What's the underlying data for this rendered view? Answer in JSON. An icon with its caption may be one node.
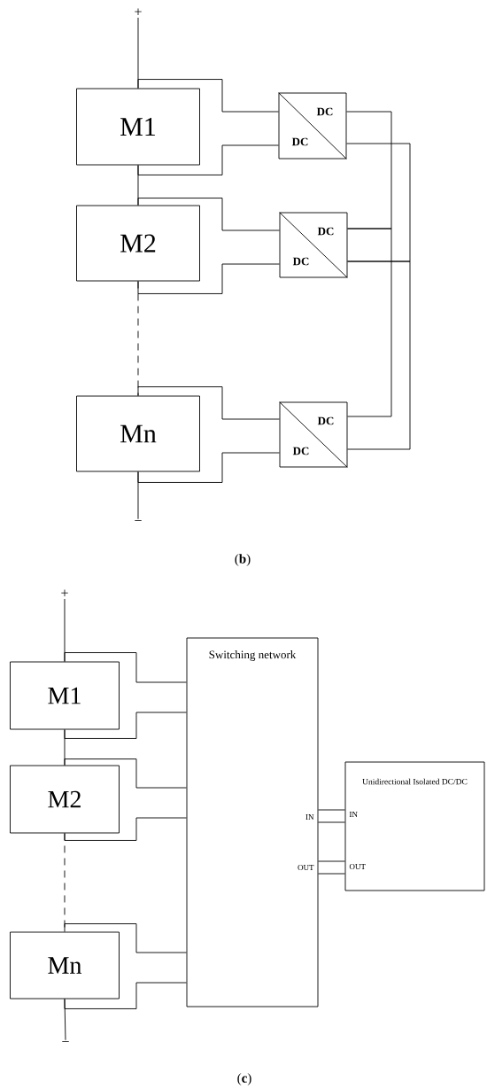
{
  "diagram": {
    "nodes": [
      {
        "text": [
          "M1"
        ]
      },
      {
        "text": [
          "M2"
        ]
      },
      {
        "text": [
          "Mn"
        ]
      },
      {
        "text": [
          "DC",
          "DC"
        ]
      },
      {
        "text": [
          "DC",
          "DC"
        ]
      },
      {
        "text": [
          "DC",
          "DC"
        ]
      },
      {
        "text": [
          "+"
        ]
      },
      {
        "text": [
          "−"
        ]
      },
      {
        "text": [
          "M1"
        ]
      },
      {
        "text": [
          "M2"
        ]
      },
      {
        "text": [
          "Mn"
        ]
      },
      {
        "text": [
          "Switching network",
          "IN",
          "OUT"
        ]
      },
      {
        "text": [
          "Unidirectional Isolated DC/DC",
          "IN",
          "OUT"
        ]
      },
      {
        "text": [
          "+"
        ]
      },
      {
        "text": [
          "−"
        ]
      }
    ],
    "edges": [
      {
        "from": 6,
        "to": 0,
        "arrow": "none"
      },
      {
        "from": 0,
        "to": 1,
        "arrow": "none"
      },
      {
        "from": 1,
        "to": 2,
        "arrow": "none",
        "style": "dashed"
      },
      {
        "from": 2,
        "to": 7,
        "arrow": "none"
      },
      {
        "from": 0,
        "to": 3,
        "arrow": "none"
      },
      {
        "from": 0,
        "to": 3,
        "arrow": "none"
      },
      {
        "from": 1,
        "to": 4,
        "arrow": "none"
      },
      {
        "from": 1,
        "to": 4,
        "arrow": "none"
      },
      {
        "from": 2,
        "to": 5,
        "arrow": "none"
      },
      {
        "from": 2,
        "to": 5,
        "arrow": "none"
      },
      {
        "from": 3,
        "to": 4,
        "arrow": "none"
      },
      {
        "from": 4,
        "to": 5,
        "arrow": "none"
      },
      {
        "from": 3,
        "to": 4,
        "arrow": "none"
      },
      {
        "from": 4,
        "to": 5,
        "arrow": "none"
      },
      {
        "from": 13,
        "to": 8,
        "arrow": "none"
      },
      {
        "from": 8,
        "to": 9,
        "arrow": "none"
      },
      {
        "from": 9,
        "to": 10,
        "arrow": "none",
        "style": "dashed"
      },
      {
        "from": 10,
        "to": 14,
        "arrow": "none"
      },
      {
        "from": 8,
        "to": 11,
        "arrow": "none"
      },
      {
        "from": 8,
        "to": 11,
        "arrow": "none"
      },
      {
        "from": 9,
        "to": 11,
        "arrow": "none"
      },
      {
        "from": 9,
        "to": 11,
        "arrow": "none"
      },
      {
        "from": 10,
        "to": 11,
        "arrow": "none"
      },
      {
        "from": 10,
        "to": 11,
        "arrow": "none"
      },
      {
        "from": 11,
        "to": 12,
        "arrow": "none"
      },
      {
        "from": 11,
        "to": 12,
        "arrow": "none"
      },
      {
        "from": 11,
        "to": 12,
        "arrow": "none"
      },
      {
        "from": 11,
        "to": 12,
        "arrow": "none"
      }
    ],
    "labels": [
      "(**b**)",
      "(**c**)"
    ]
  }
}
